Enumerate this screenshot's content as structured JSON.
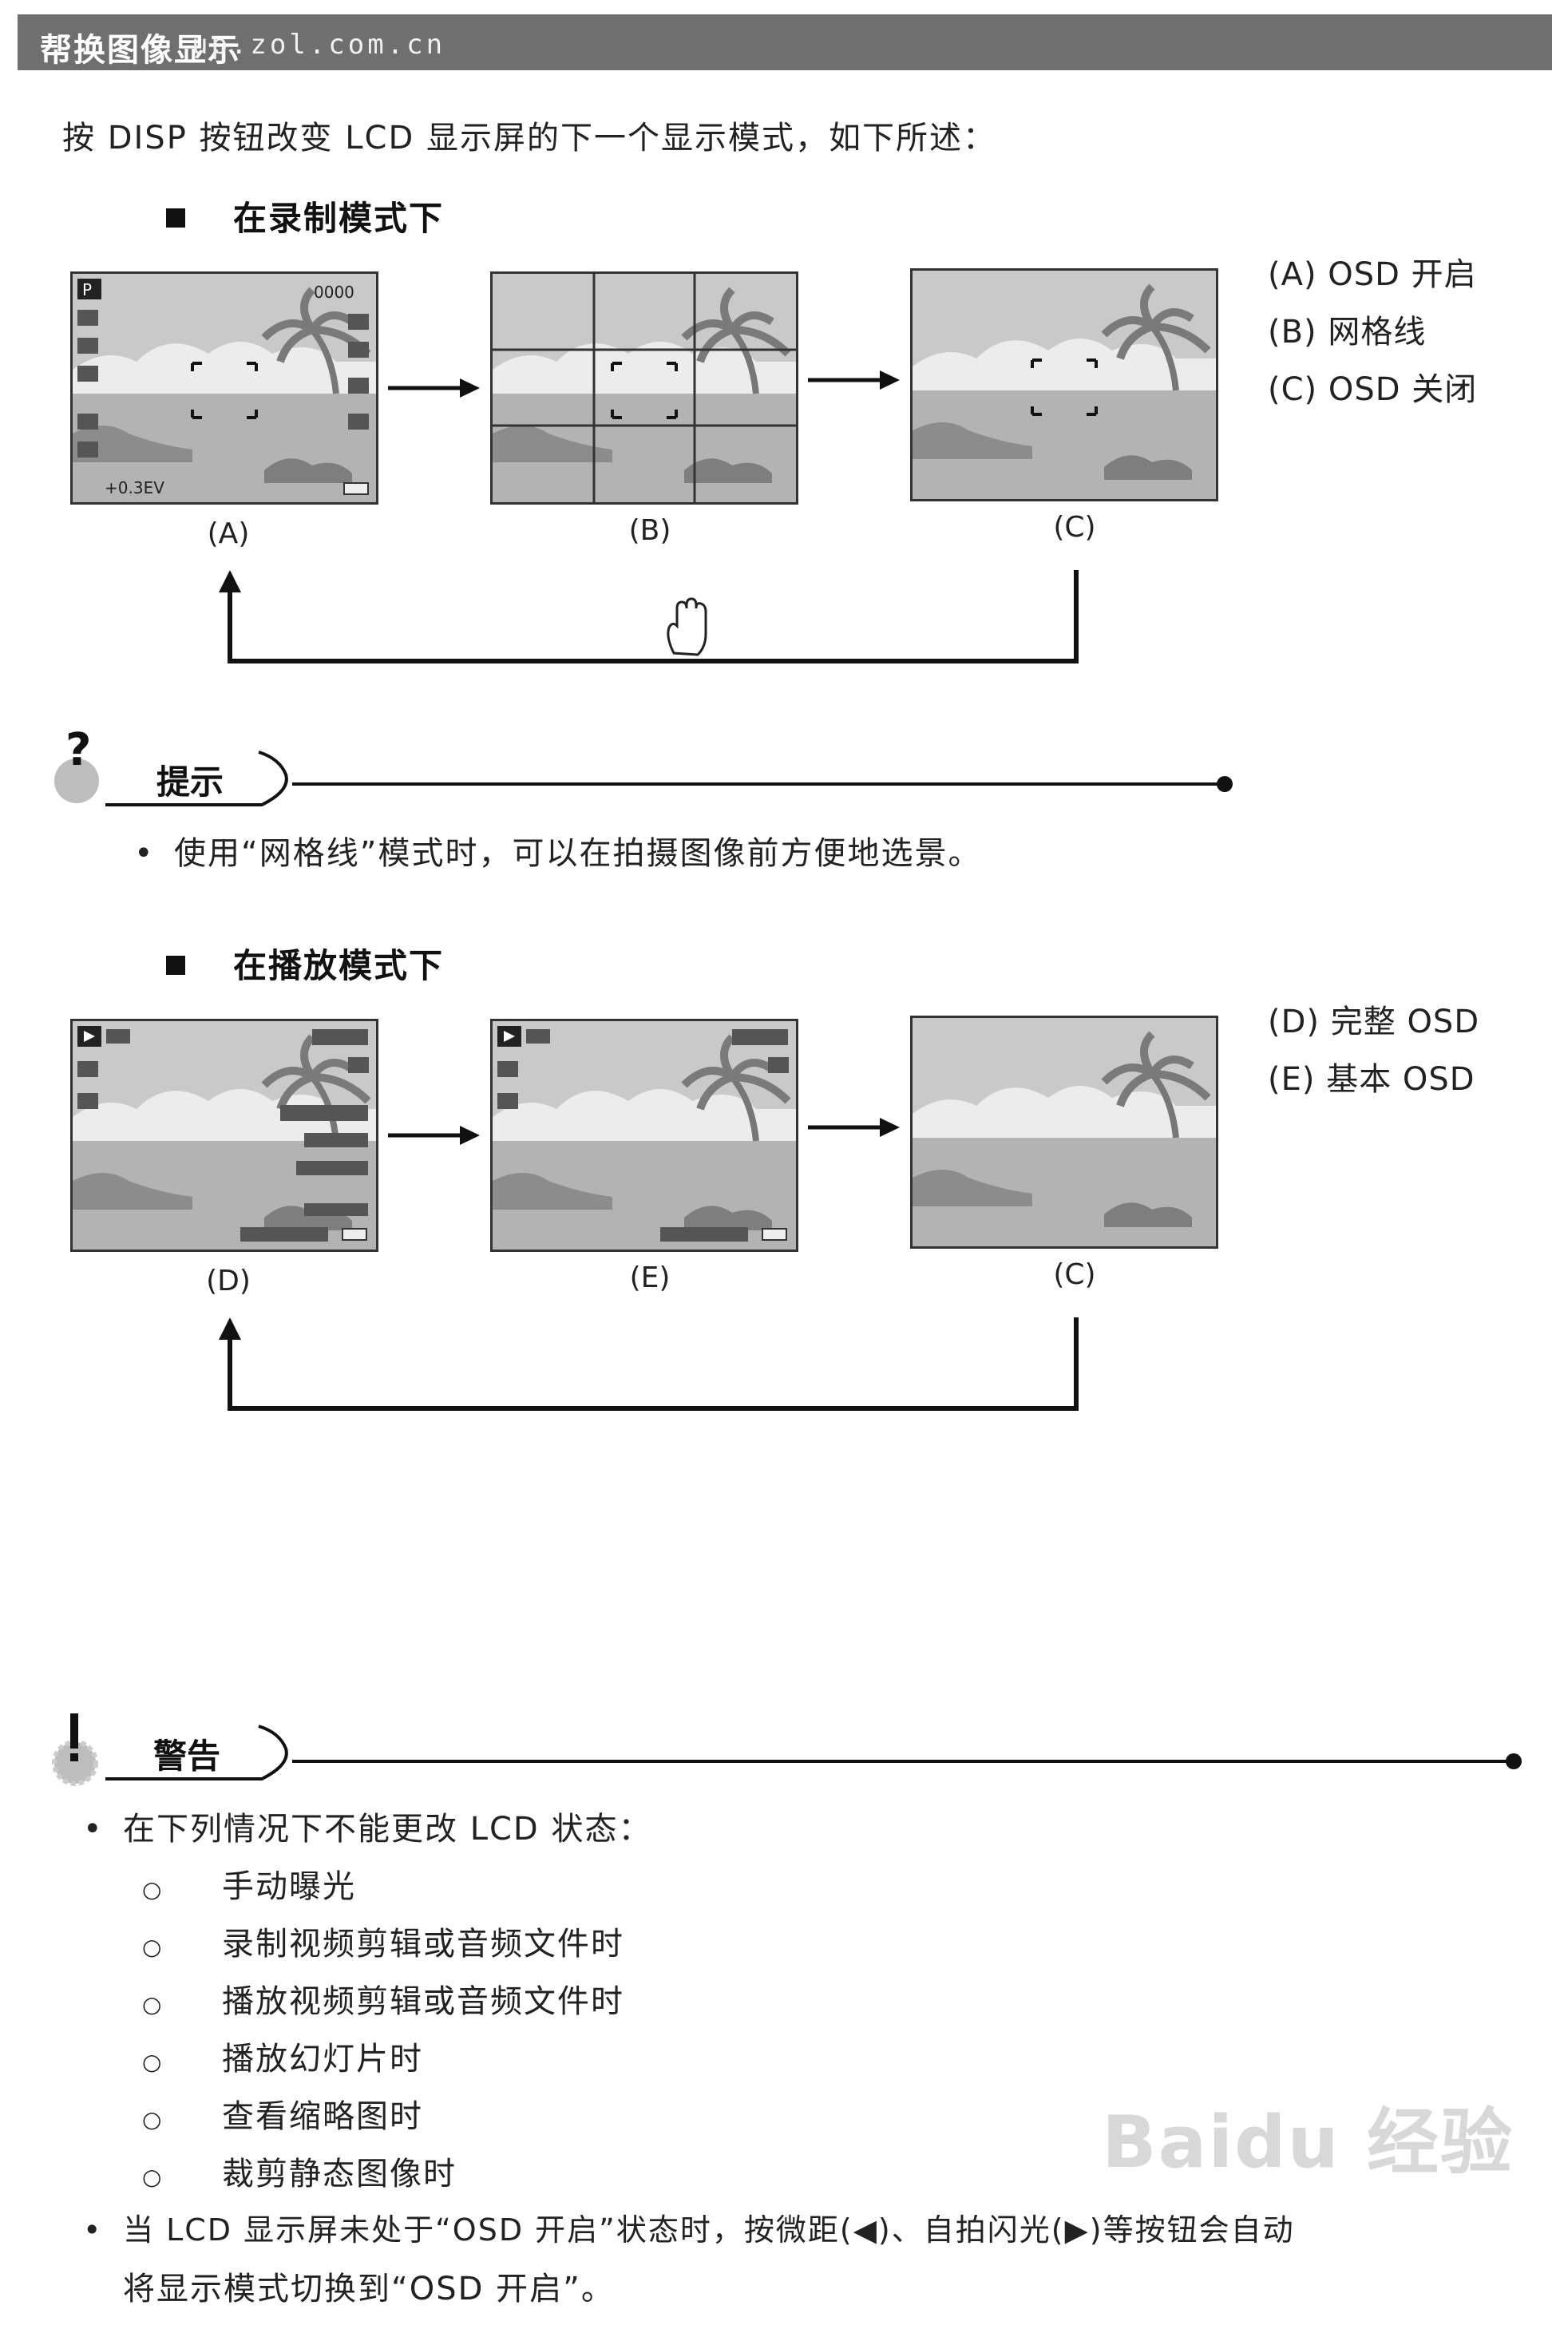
{
  "header": {
    "title": "帮换图像显示",
    "url": "up.zol.com.cn"
  },
  "intro": "按 DISP 按钮改变 LCD 显示屏的下一个显示模式，如下所述：",
  "record_section": {
    "heading": "在录制模式下",
    "captions": [
      "(A)",
      "(B)",
      "(C)"
    ],
    "legend": [
      "(A) OSD 开启",
      "(B) 网格线",
      "(C) OSD 关闭"
    ],
    "screen_a_texts": {
      "top_right": "0000",
      "bottom": "+0.3EV"
    }
  },
  "tip": {
    "label": "提示",
    "text": "使用“网格线”模式时，可以在拍摄图像前方便地选景。"
  },
  "playback_section": {
    "heading": "在播放模式下",
    "captions": [
      "(D)",
      "(E)",
      "(C)"
    ],
    "legend": [
      "(D) 完整 OSD",
      "(E) 基本 OSD"
    ]
  },
  "warning": {
    "label": "警告",
    "intro": "在下列情况下不能更改 LCD 状态：",
    "items": [
      "手动曝光",
      "录制视频剪辑或音频文件时",
      "播放视频剪辑或音频文件时",
      "播放幻灯片时",
      "查看缩略图时",
      "裁剪静态图像时"
    ],
    "last_line1": "当 LCD 显示屏未处于“OSD 开启”状态时，按微距(◀)、自拍闪光(▶)等按钮会自动",
    "last_line2": "将显示模式切换到“OSD 开启”。"
  },
  "watermark": "Baidu 经验"
}
